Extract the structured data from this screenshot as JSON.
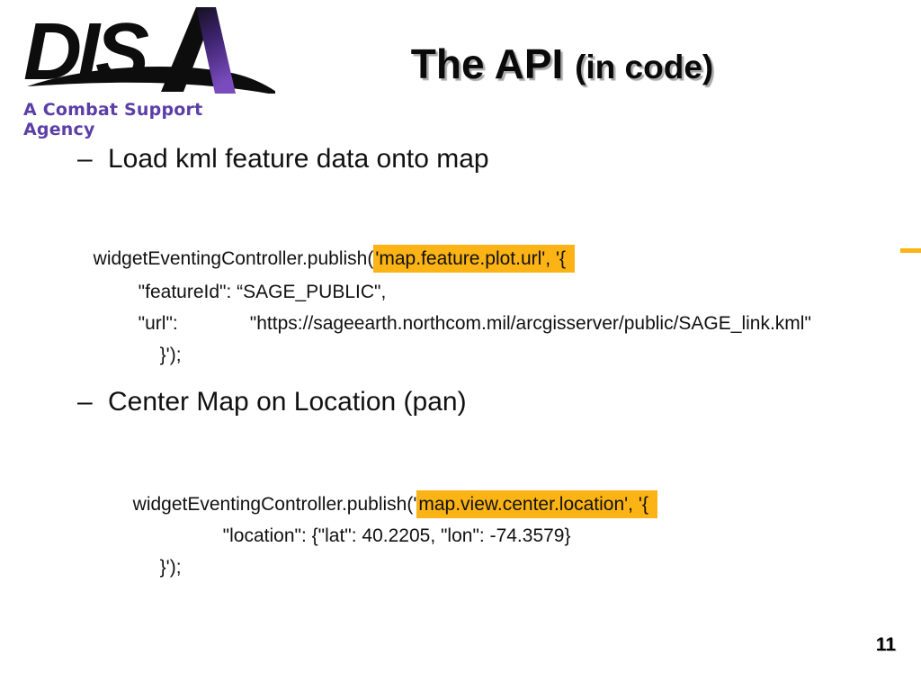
{
  "logo": {
    "brand": "DISA",
    "tagline": "A Combat Support Agency"
  },
  "title": {
    "main": "The API ",
    "suffix": "(in code)"
  },
  "colors": {
    "highlight": "#FBB316",
    "tagline_purple": "#5b3fa6",
    "logo_accent_purple": "#6a3bb0"
  },
  "slide_number": "11",
  "sections": [
    {
      "bullet_dash": "–",
      "bullet_label": "Load kml feature data onto map",
      "code_lines": {
        "l1_pre": "widgetEventingController.publish(",
        "l1_highlight": "'map.feature.plot.url', '{",
        "l2": "\"featureId\": “SAGE_PUBLIC\",",
        "l3_key": "\"url\":",
        "l3_value": "\"https://sageearth.northcom.mil/arcgisserver/public/SAGE_link.kml\"",
        "l4": "}');"
      }
    },
    {
      "bullet_dash": "–",
      "bullet_label": "Center Map on Location (pan)",
      "code_lines": {
        "l1_pre": "widgetEventingController.publish('",
        "l1_highlight": "map.view.center.location', '{",
        "l2": "\"location\": {\"lat\": 40.2205, \"lon\": -74.3579}",
        "l3": "}');"
      }
    }
  ]
}
